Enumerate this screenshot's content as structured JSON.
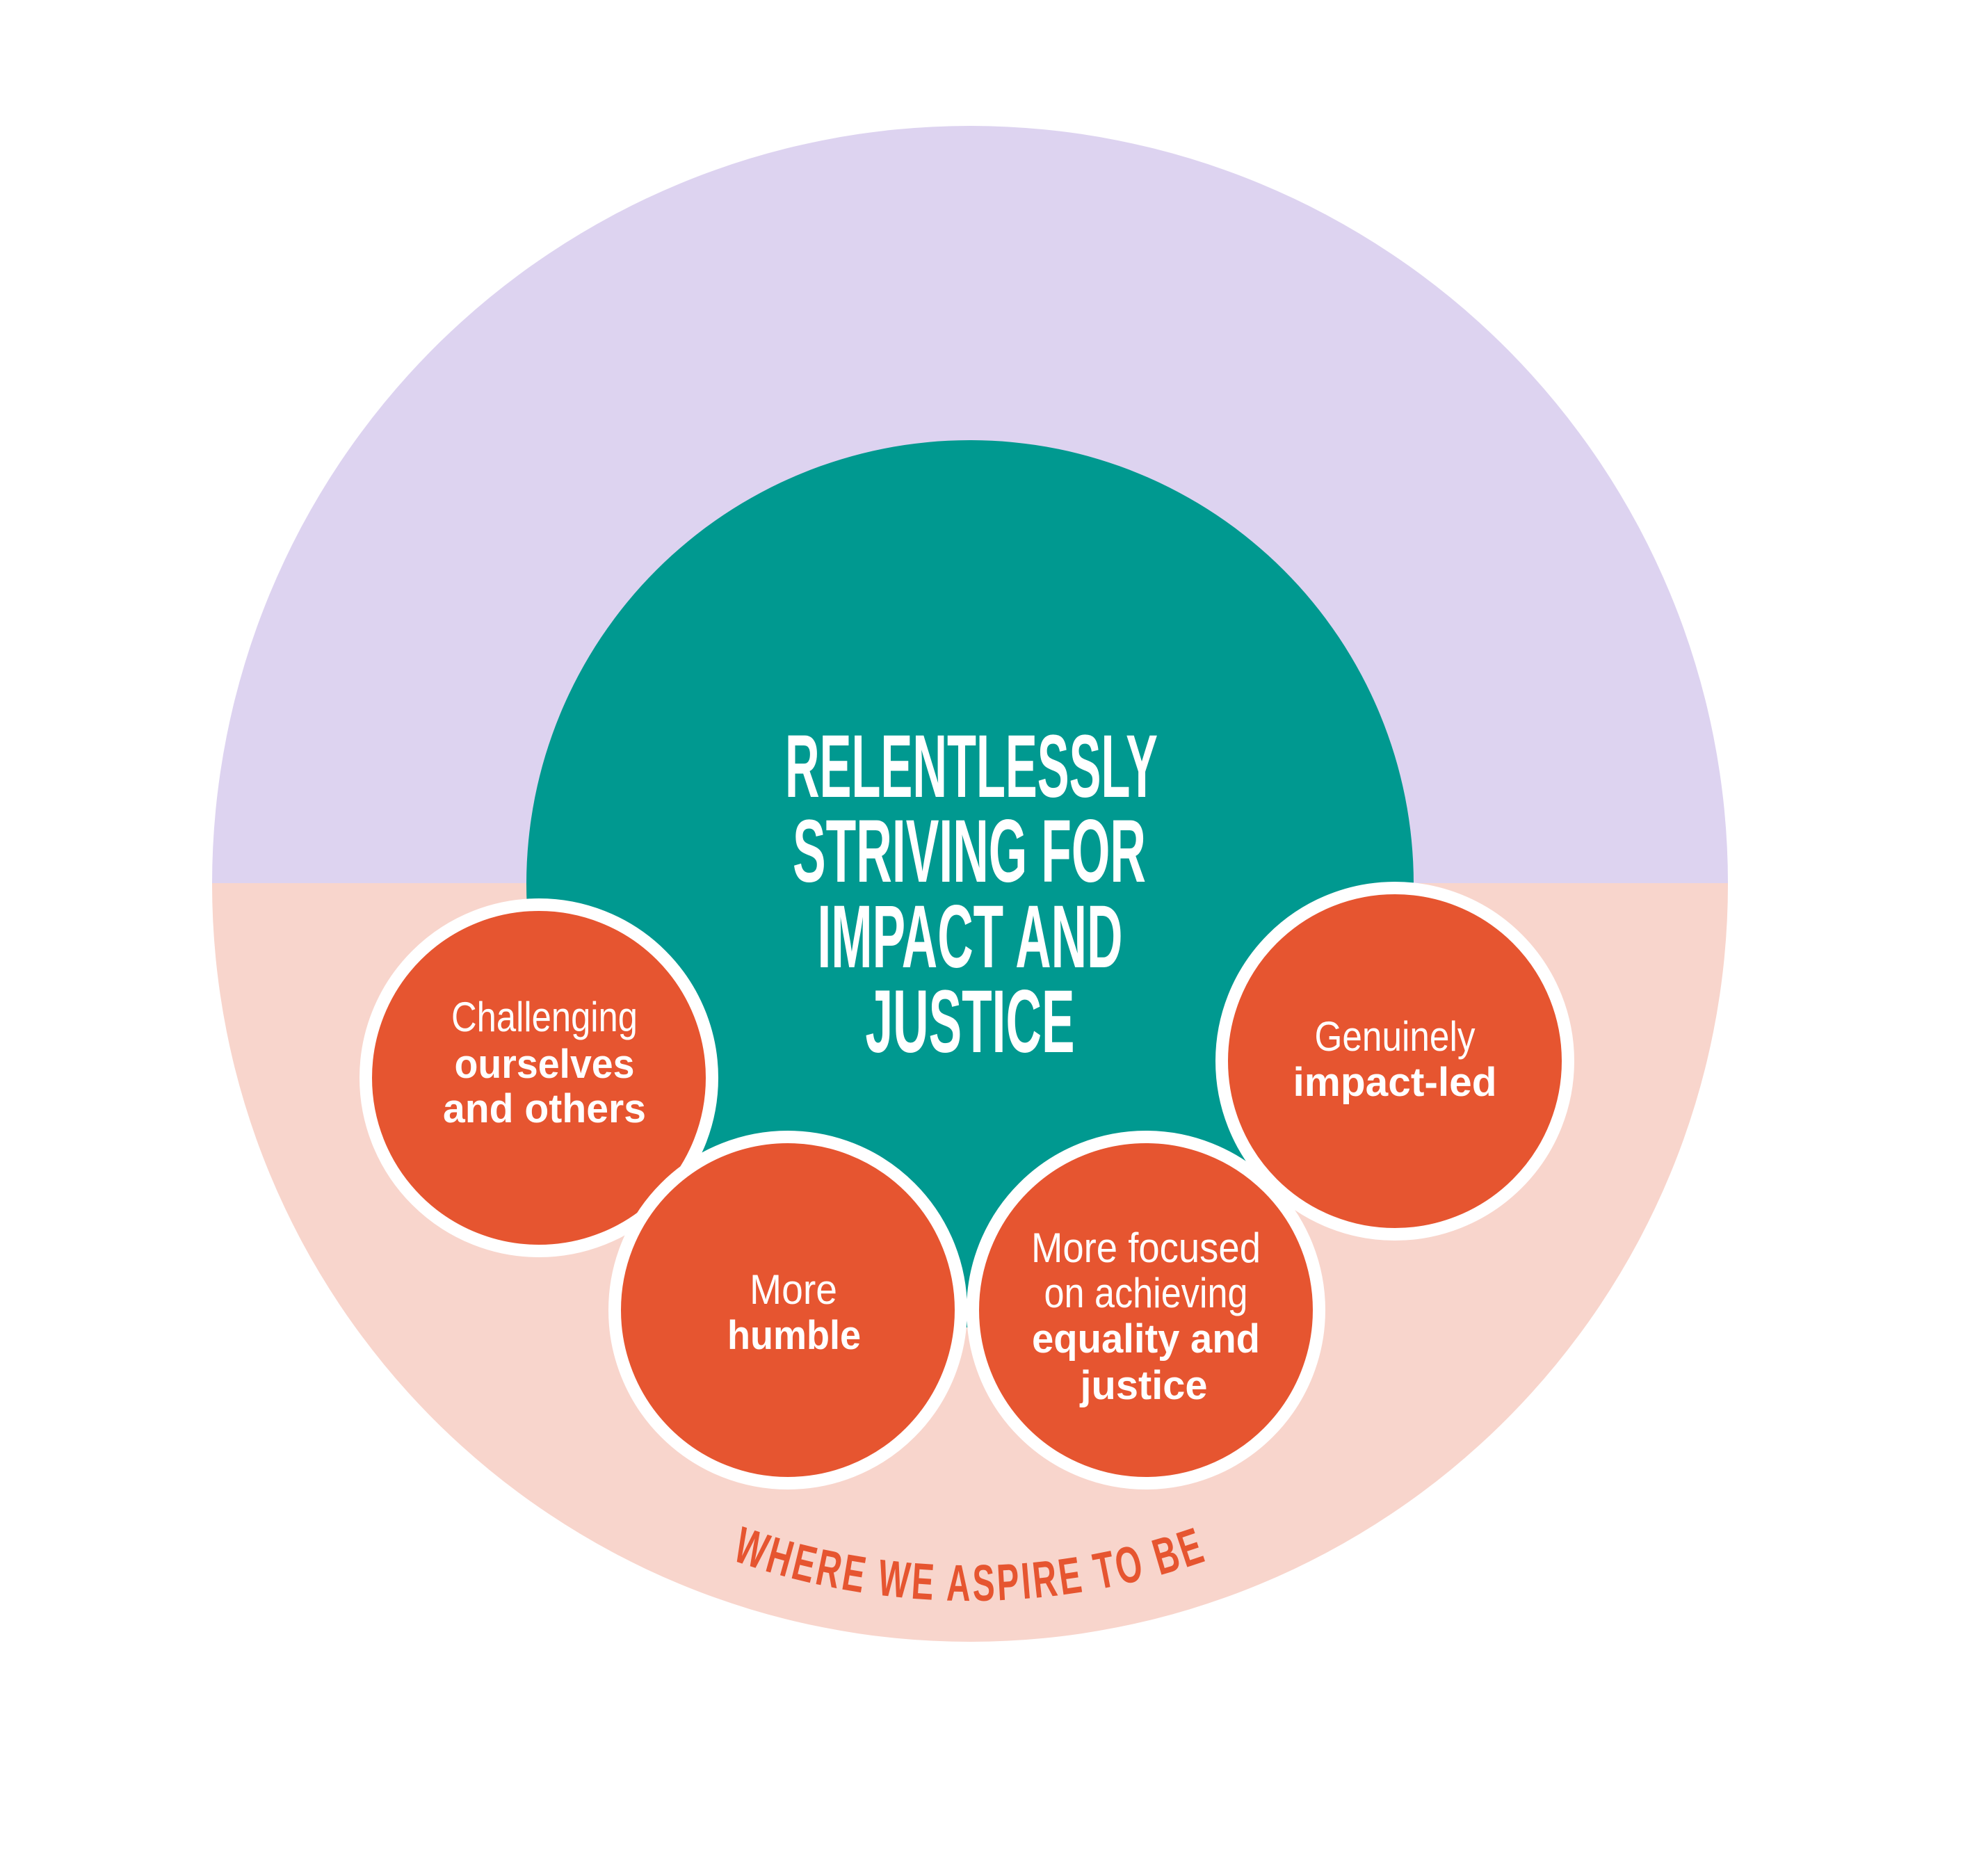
{
  "colors": {
    "background": "#ffffff",
    "upper_half": "#DDD3F0",
    "lower_half": "#F8D5CC",
    "core": "#009990",
    "bubble": "#E65530",
    "bubble_border": "#ffffff",
    "arc_label": "#E65530"
  },
  "core": {
    "title_lines": [
      "RELENTLESSLY",
      "STRIVING FOR",
      "IMPACT AND",
      "JUSTICE"
    ]
  },
  "bubbles": [
    {
      "light_lines": [
        "Challenging"
      ],
      "bold_lines": [
        "ourselves",
        "and others"
      ]
    },
    {
      "light_lines": [
        "More"
      ],
      "bold_lines": [
        "humble"
      ]
    },
    {
      "light_lines": [
        "More focused",
        "on achieving"
      ],
      "bold_lines": [
        "equality and",
        "justice"
      ]
    },
    {
      "light_lines": [
        "Genuinely"
      ],
      "bold_lines": [
        "impact-led"
      ]
    }
  ],
  "arc_label": "WHERE WE ASPIRE TO BE"
}
